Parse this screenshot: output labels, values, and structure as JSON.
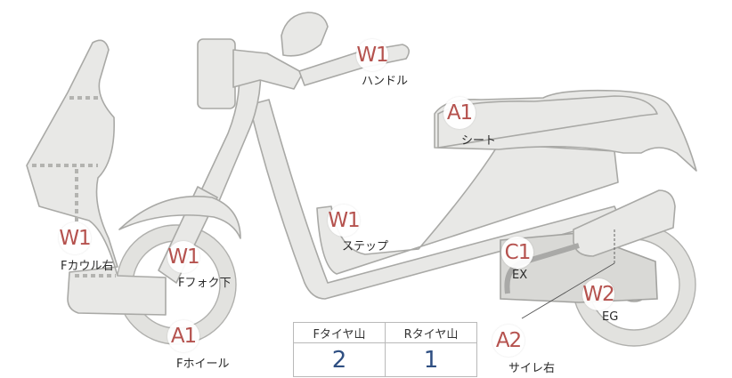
{
  "parts": [
    {
      "id": "handle",
      "badge": "W1",
      "label": "ハンドル"
    },
    {
      "id": "seat",
      "badge": "A1",
      "label": "シート"
    },
    {
      "id": "step",
      "badge": "W1",
      "label": "ステップ"
    },
    {
      "id": "fcowl",
      "badge": "W1",
      "label": "Fカウル右"
    },
    {
      "id": "ffork",
      "badge": "W1",
      "label": "Fフォク下"
    },
    {
      "id": "fwheel",
      "badge": "A1",
      "label": "Fホイール"
    },
    {
      "id": "exhaust",
      "badge": "C1",
      "label": "EX"
    },
    {
      "id": "engine",
      "badge": "W2",
      "label": "EG"
    },
    {
      "id": "side",
      "badge": "A2",
      "label": "サイレ右"
    }
  ],
  "tire_table": {
    "headers": [
      "Fタイヤ山",
      "Rタイヤ山"
    ],
    "values": [
      "2",
      "1"
    ]
  },
  "colors": {
    "badge_text": "#b5524e",
    "table_value": "#2f4f82"
  }
}
